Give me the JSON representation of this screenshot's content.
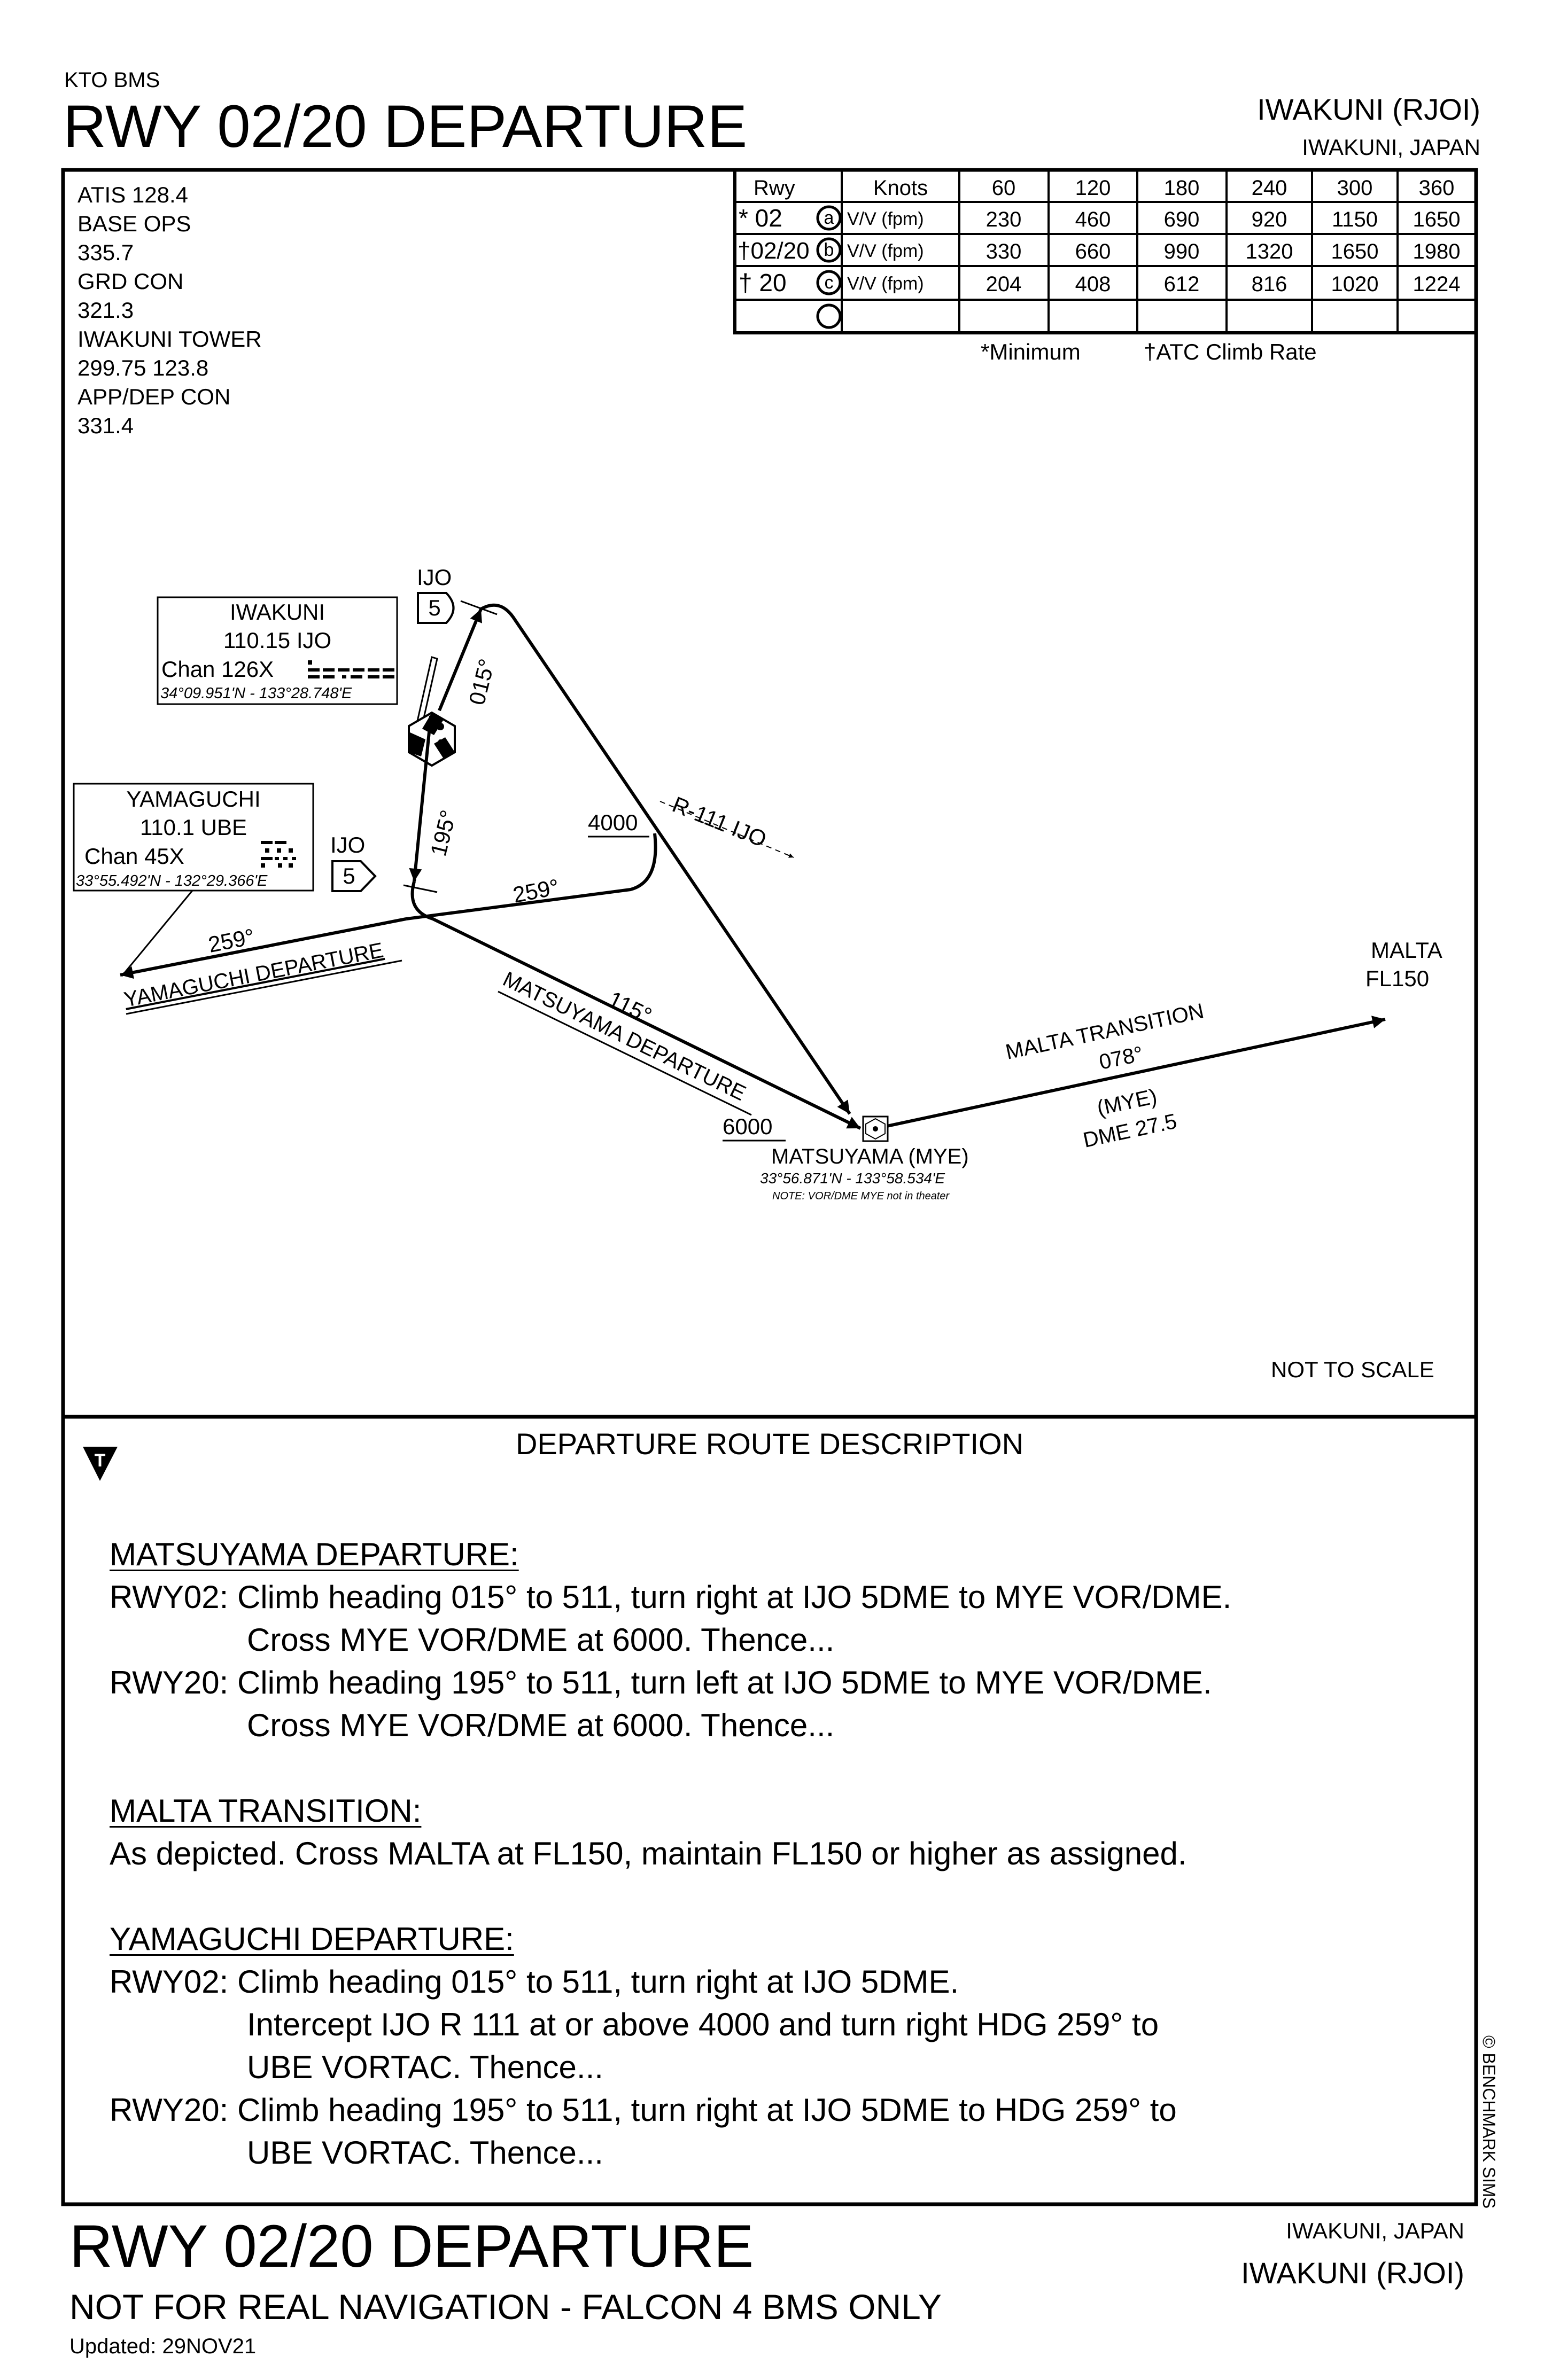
{
  "header": {
    "org": "KTO BMS",
    "title": "RWY 02/20 DEPARTURE",
    "airport": "IWAKUNI (RJOI)",
    "city": "IWAKUNI, JAPAN"
  },
  "freqs": [
    "ATIS   128.4",
    "BASE OPS",
    "335.7",
    "GRD CON",
    "321.3",
    "IWAKUNI TOWER",
    "299.75     123.8",
    "APP/DEP CON",
    "331.4"
  ],
  "climb_table": {
    "headers": [
      "Rwy",
      "Knots",
      "60",
      "120",
      "180",
      "240",
      "300",
      "360"
    ],
    "rows": [
      {
        "rwy": "* 02",
        "code": "a",
        "unit": "V/V (fpm)",
        "vals": [
          "230",
          "460",
          "690",
          "920",
          "1150",
          "1650"
        ]
      },
      {
        "rwy": "†02/20",
        "code": "b",
        "unit": "V/V (fpm)",
        "vals": [
          "330",
          "660",
          "990",
          "1320",
          "1650",
          "1980"
        ]
      },
      {
        "rwy": "†  20",
        "code": "c",
        "unit": "V/V (fpm)",
        "vals": [
          "204",
          "408",
          "612",
          "816",
          "1020",
          "1224"
        ]
      }
    ],
    "note_min": "*Minimum",
    "note_atc": "†ATC Climb Rate"
  },
  "map": {
    "iwakuni": {
      "name": "IWAKUNI",
      "freq": "110.15  IJO",
      "chan": "Chan 126X",
      "coord": "34°09.951'N - 133°28.748'E"
    },
    "yamaguchi": {
      "name": "YAMAGUCHI",
      "freq": "110.1  UBE",
      "chan": "Chan 45X",
      "coord": "33°55.492'N - 132°29.366'E"
    },
    "ijo_label": "IJO",
    "ijo_dme": "5",
    "hdg_015": "015°",
    "hdg_195": "195°",
    "alt_4000": "4000",
    "radial": "R-111 IJO",
    "hdg_259a": "259°",
    "hdg_259b": "259°",
    "yam_dep": "YAMAGUCHI DEPARTURE",
    "hdg_115": "115°",
    "mats_dep": "MATSUYAMA DEPARTURE",
    "alt_6000": "6000",
    "mye_name": "MATSUYAMA (MYE)",
    "mye_coord": "33°56.871'N - 133°58.534'E",
    "mye_note": "NOTE: VOR/DME MYE not in theater",
    "malta_trans": "MALTA TRANSITION",
    "hdg_078": "078°",
    "mye_ref": "(MYE)",
    "dme_275": "DME 27.5",
    "malta": "MALTA",
    "fl150": "FL150",
    "not_to_scale": "NOT TO SCALE"
  },
  "description": {
    "heading": "DEPARTURE ROUTE DESCRIPTION",
    "t_icon": "T",
    "matsuyama_title": "MATSUYAMA DEPARTURE:",
    "m1": "RWY02: Climb heading 015° to 511, turn right at IJO 5DME to MYE VOR/DME.",
    "m2": "Cross MYE VOR/DME at 6000. Thence...",
    "m3": "RWY20: Climb heading 195° to 511, turn left at IJO 5DME to MYE VOR/DME.",
    "m4": "Cross MYE VOR/DME at 6000. Thence...",
    "malta_title": "MALTA TRANSITION:",
    "t1": "As depicted. Cross MALTA at FL150, maintain FL150 or higher as assigned.",
    "yamaguchi_title": "YAMAGUCHI DEPARTURE:",
    "y1": "RWY02: Climb heading 015° to 511, turn right at IJO 5DME.",
    "y2": "Intercept IJO R 111 at or above 4000 and turn right HDG 259° to",
    "y3": "UBE VORTAC. Thence...",
    "y4": "RWY20: Climb heading 195° to 511, turn right at IJO 5DME to HDG 259° to",
    "y5": "UBE VORTAC. Thence..."
  },
  "copyright": "© BENCHMARK SIMS",
  "footer": {
    "title": "RWY 02/20 DEPARTURE",
    "subtitle": "NOT FOR REAL NAVIGATION - FALCON 4 BMS ONLY",
    "updated": "Updated: 29NOV21",
    "city": "IWAKUNI, JAPAN",
    "airport": "IWAKUNI (RJOI)"
  }
}
